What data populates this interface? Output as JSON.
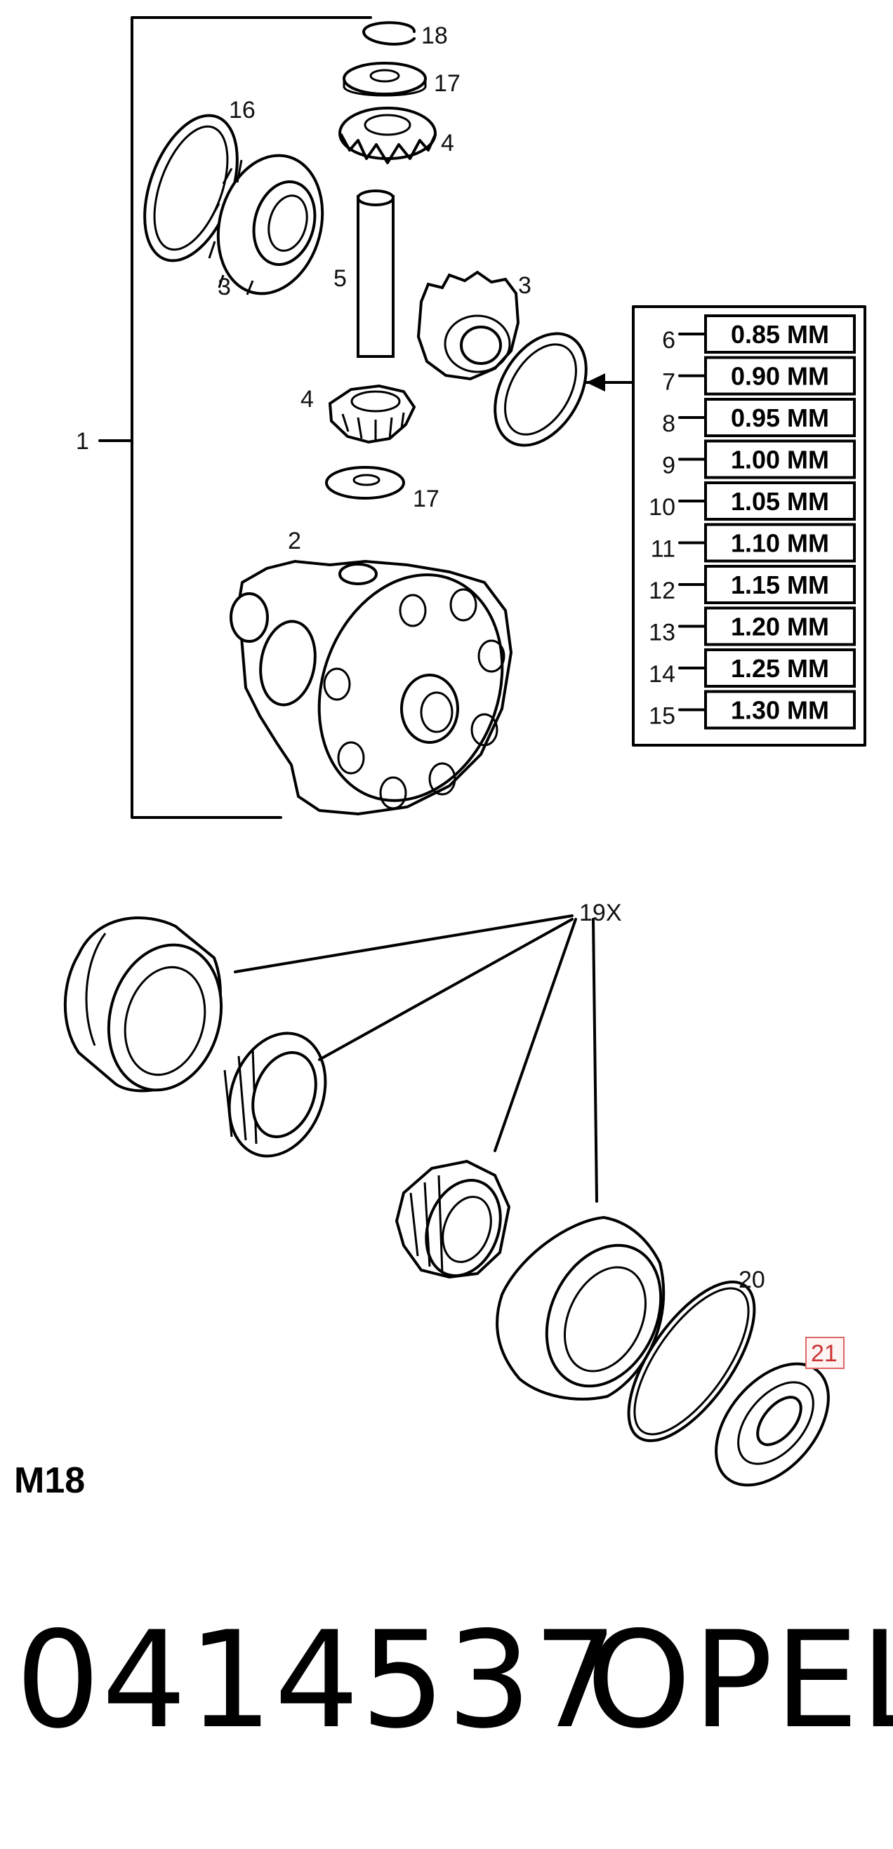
{
  "callouts": {
    "c1": "1",
    "c2": "2",
    "c3a": "3",
    "c3b": "3",
    "c4a": "4",
    "c4b": "4",
    "c5": "5",
    "c16": "16",
    "c17a": "17",
    "c17b": "17",
    "c18": "18",
    "c19": "19X",
    "c20": "20",
    "c21": "21"
  },
  "shim_table": {
    "rows": [
      {
        "index": "6",
        "size": "0.85 MM"
      },
      {
        "index": "7",
        "size": "0.90 MM"
      },
      {
        "index": "8",
        "size": "0.95 MM"
      },
      {
        "index": "9",
        "size": "1.00 MM"
      },
      {
        "index": "10",
        "size": "1.05 MM"
      },
      {
        "index": "11",
        "size": "1.10 MM"
      },
      {
        "index": "12",
        "size": "1.15 MM"
      },
      {
        "index": "13",
        "size": "1.20 MM"
      },
      {
        "index": "14",
        "size": "1.25 MM"
      },
      {
        "index": "15",
        "size": "1.30 MM"
      }
    ]
  },
  "model_code": "M18",
  "part_number": "0414537",
  "brand": "OPEL"
}
